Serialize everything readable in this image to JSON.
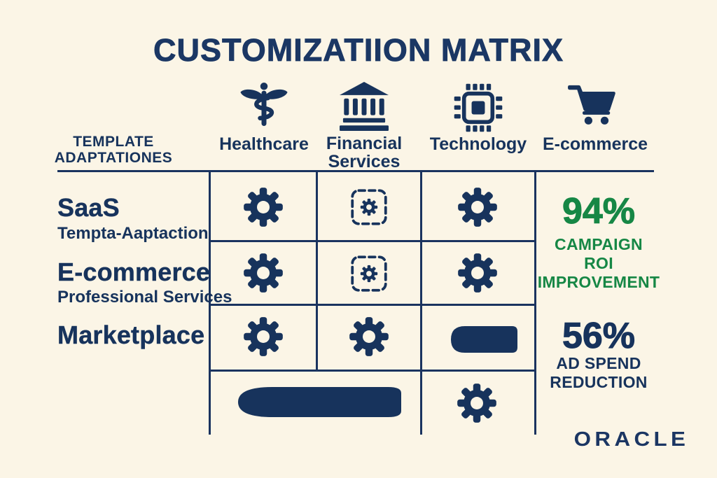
{
  "title": "CUSTOMIZATIION MATRIX",
  "corner_label": "TEMPLATE\nADAPTATIONES",
  "columns": [
    {
      "label": "Healthcare",
      "icon": "caduceus"
    },
    {
      "label": "Financial\nServices",
      "icon": "bank"
    },
    {
      "label": "Technology",
      "icon": "chip"
    },
    {
      "label": "E-commerce",
      "icon": "cart"
    }
  ],
  "rows": [
    {
      "label": "SaaS",
      "sublabel": "Tempta-Aaptaction",
      "cells": [
        "gear",
        "gear-dashed",
        "gear"
      ]
    },
    {
      "label": "E-commerce",
      "sublabel": "Professional Services",
      "cells": [
        "gear",
        "gear-dashed",
        "gear"
      ]
    },
    {
      "label": "Marketplace",
      "sublabel": "",
      "cells": [
        "gear",
        "gear",
        "pill"
      ]
    },
    {
      "label": "",
      "sublabel": "",
      "cells": [
        "pill",
        "gear"
      ]
    }
  ],
  "stats": [
    {
      "value": "94%",
      "label": "CAMPAIGN\nROI\nIMPROVEMENT",
      "color": "#168745"
    },
    {
      "value": "56%",
      "label": "AD SPEND\nREDUCTION",
      "color": "#17335C"
    }
  ],
  "brand": "ORACLE",
  "colors": {
    "navy": "#17335C",
    "green": "#168745",
    "cream": "#FBF5E6",
    "grid_line": "#1A335F"
  }
}
